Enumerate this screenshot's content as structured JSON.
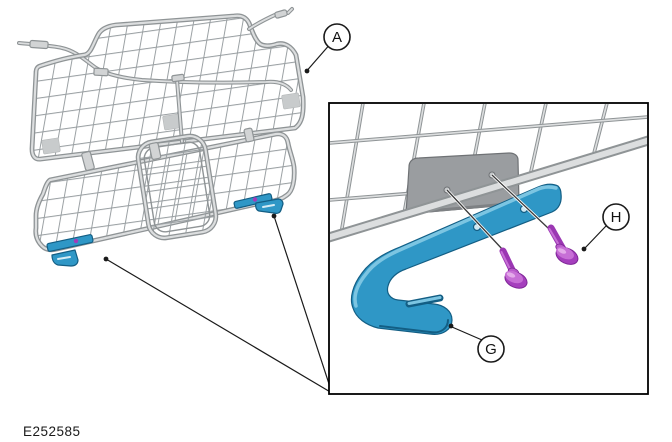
{
  "figure": {
    "part_code": "E252585",
    "callouts": [
      {
        "label": "A"
      },
      {
        "label": "G"
      },
      {
        "label": "H"
      }
    ]
  },
  "colors": {
    "background": "#ffffff",
    "frame_gray": "#8f9496",
    "tube_fill": "#dcdedf",
    "mesh_gray": "#9aa0a3",
    "pad_gray": "#c8cbcc",
    "plate_gray": "#9a9da0",
    "bracket_blue": "#2f97c6",
    "bracket_blue_light": "#7cc5e2",
    "bracket_blue_dark": "#135e84",
    "bolt_purple": "#a53fbd",
    "bolt_purple_dark": "#7e2596",
    "bolt_purple_light": "#c76fd6",
    "outline_black": "#1a1a1a"
  }
}
